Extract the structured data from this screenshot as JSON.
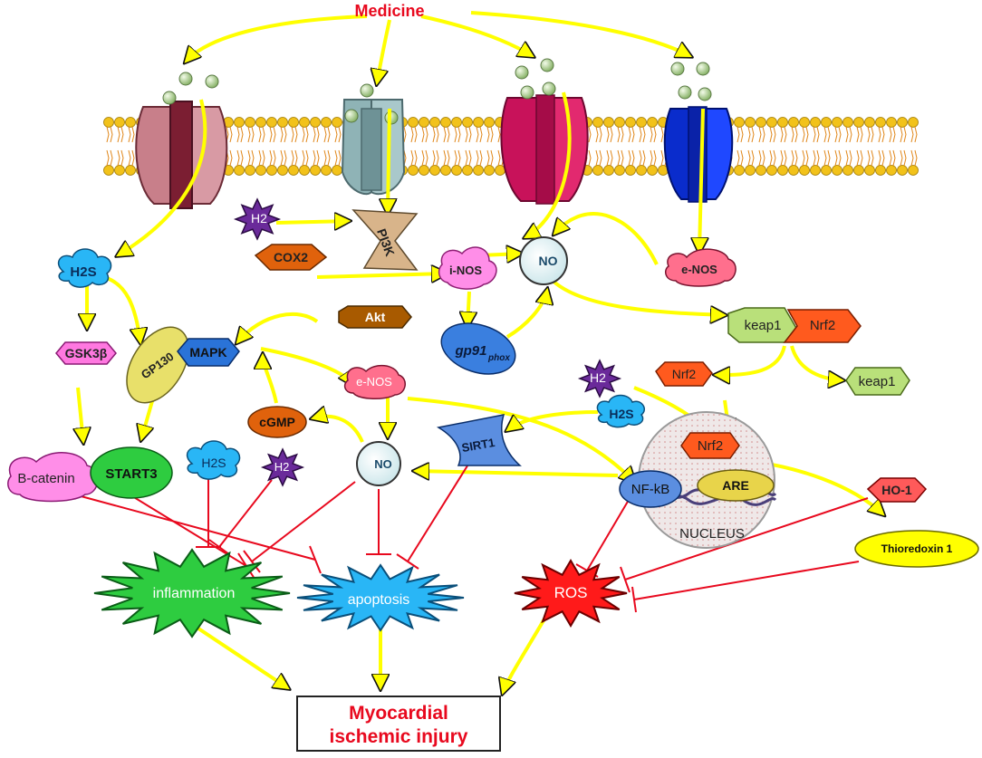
{
  "title": "Medicine",
  "outcome": {
    "line1": "Myocardial",
    "line2": "ischemic injury"
  },
  "nodes": {
    "h2s_top": "H2S",
    "h2s_mid": "H2S",
    "h2s_low": "H2S",
    "h2_a": "H2",
    "h2_b": "H2",
    "h2_c": "H2",
    "pi3k": "PI3K",
    "cox2": "COX2",
    "inos": "i-NOS",
    "no_top": "NO",
    "no_mid": "NO",
    "enos_top": "e-NOS",
    "enos_mid": "e-NOS",
    "akt": "Akt",
    "gp91": "gp91",
    "gp91_sub": "phox",
    "gsk3b": "GSK3β",
    "gp130": "GP130",
    "mapk": "MAPK",
    "cgmp": "cGMP",
    "sirt1": "SIRT1",
    "bcatenin": "B-catenin",
    "start3": "START3",
    "keap1_a": "keap1",
    "nrf2_a": "Nrf2",
    "nrf2_b": "Nrf2",
    "keap1_b": "keap1",
    "nrf2_c": "Nrf2",
    "nfkb": "NF-kB",
    "are": "ARE",
    "nucleus": "NUCLEUS",
    "ho1": "HO-1",
    "thioredoxin": "Thioredoxin 1",
    "inflammation": "inflammation",
    "apoptosis": "apoptosis",
    "ros": "ROS"
  },
  "colors": {
    "activation_arrow": "#ffff00",
    "inhibition_line": "#e8091e",
    "title_red": "#e8091e",
    "h2s_cloud": "#29b6f6",
    "h2_star": "#7b2fa6",
    "nrf2": "#ff5722",
    "keap1": "#9ccc65",
    "inflammation": "#2ecc40",
    "apoptosis": "#29b6f6",
    "ros": "#ff1a1a"
  }
}
